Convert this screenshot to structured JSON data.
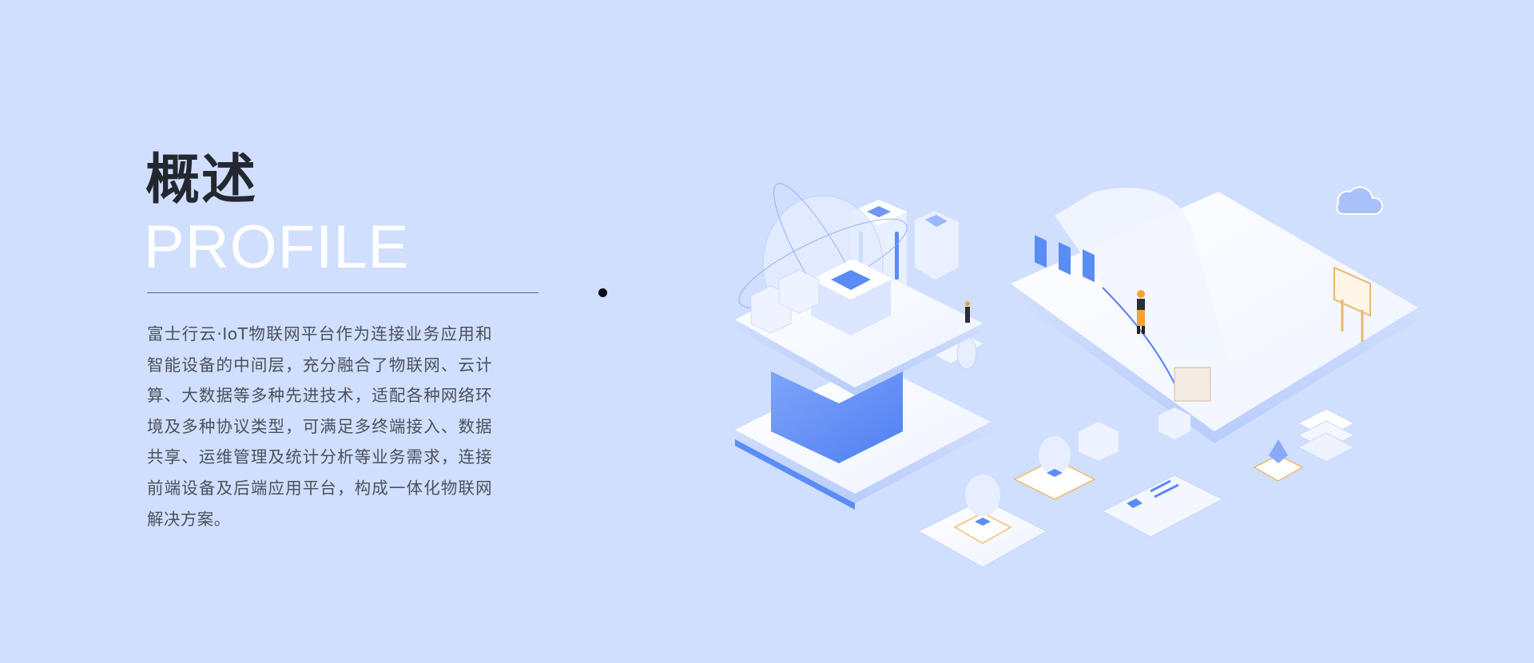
{
  "section": {
    "title": "概述",
    "subtitle": "PROFILE",
    "description": "富士行云·IoT物联网平台作为连接业务应用和智能设备的中间层，充分融合了物联网、云计算、大数据等多种先进技术，适配各种网络环境及多种协议类型，可满足多终端接入、数据共享、运维管理及统计分析等业务需求，连接前端设备及后端应用平台，构成一体化物联网解决方案。"
  },
  "colors": {
    "background": "#d0dffe",
    "accent": "#5a8cf5",
    "title": "#23272f",
    "body_text": "#4b505b"
  },
  "illustration": {
    "name": "iot-isometric-illustration"
  }
}
